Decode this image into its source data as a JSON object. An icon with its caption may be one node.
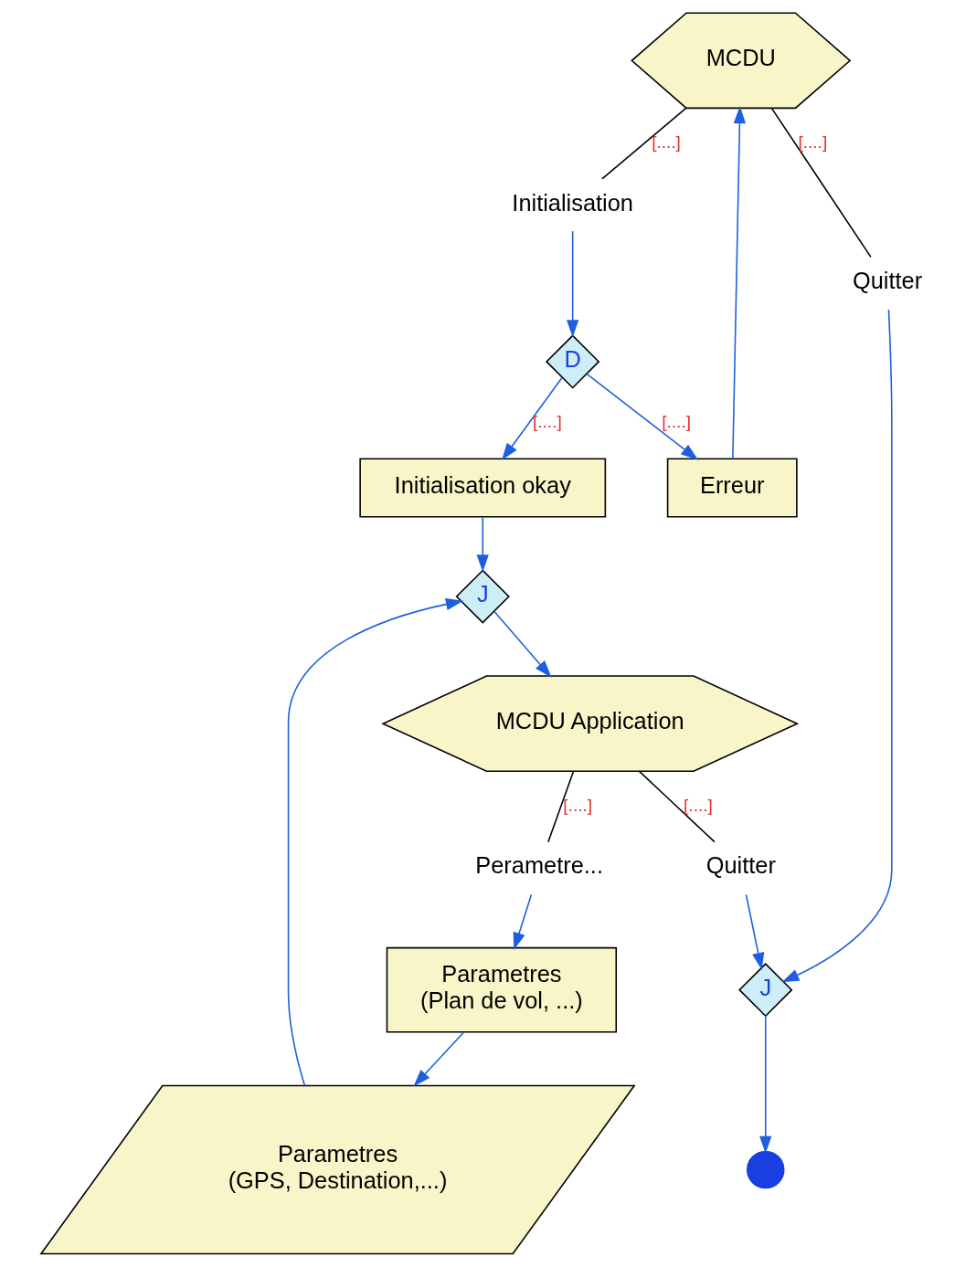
{
  "diagram": {
    "nodes": [
      {
        "text": [
          "MCDU"
        ]
      },
      {
        "text": [
          "Initialisation"
        ]
      },
      {
        "text": [
          "Quitter"
        ]
      },
      {
        "text": [
          "D"
        ]
      },
      {
        "text": [
          "Erreur"
        ]
      },
      {
        "text": [
          "Initialisation okay"
        ]
      },
      {
        "text": [
          "J"
        ]
      },
      {
        "text": [
          "MCDU Application"
        ]
      },
      {
        "text": [
          "Perametre..."
        ]
      },
      {
        "text": [
          "Quitter"
        ]
      },
      {
        "text": [
          "Parametres",
          "(Plan de vol, ...)"
        ]
      },
      {
        "text": [
          "Parametres",
          "(GPS, Destination,...)"
        ]
      },
      {
        "text": [
          "J"
        ]
      },
      {
        "text": [],
        "shape": "cross"
      }
    ],
    "edges": [
      {
        "from": 0,
        "to": 1,
        "arrow": "none",
        "label": "[....]",
        "color": "#000000"
      },
      {
        "from": 0,
        "to": 2,
        "arrow": "none",
        "label": "[....]",
        "color": "#000000"
      },
      {
        "from": 1,
        "to": 3,
        "arrow": "to"
      },
      {
        "from": 3,
        "to": 4,
        "arrow": "to",
        "label": "[....]"
      },
      {
        "from": 3,
        "to": 5,
        "arrow": "to",
        "label": "[....]"
      },
      {
        "from": 4,
        "to": 0,
        "arrow": "to"
      },
      {
        "from": 5,
        "to": 6,
        "arrow": "to"
      },
      {
        "from": 6,
        "to": 7,
        "arrow": "to"
      },
      {
        "from": 7,
        "to": 8,
        "arrow": "none",
        "label": "[....]",
        "color": "#000000"
      },
      {
        "from": 7,
        "to": 9,
        "arrow": "none",
        "label": "[....]",
        "color": "#000000"
      },
      {
        "from": 8,
        "to": 10,
        "arrow": "to"
      },
      {
        "from": 10,
        "to": 11,
        "arrow": "to"
      },
      {
        "from": 11,
        "to": 6,
        "arrow": "to"
      },
      {
        "from": 2,
        "to": 12,
        "arrow": "to"
      },
      {
        "from": 9,
        "to": 12,
        "arrow": "to"
      },
      {
        "from": 12,
        "to": 13,
        "arrow": "to"
      }
    ]
  }
}
